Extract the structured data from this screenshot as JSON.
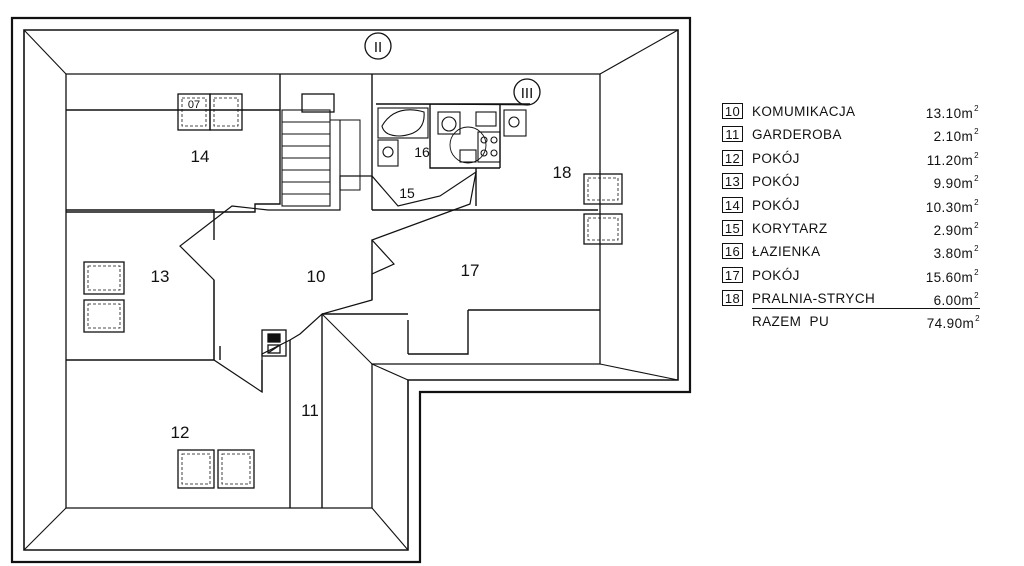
{
  "plan": {
    "axis_labels": [
      "II",
      "III"
    ],
    "window_tag": "07",
    "room_labels": [
      "10",
      "11",
      "12",
      "13",
      "14",
      "15",
      "16",
      "17",
      "18"
    ]
  },
  "legend": {
    "rows": [
      {
        "num": "10",
        "name": "KOMUMIKACJA",
        "area": "13.10m",
        "unit_exp": "2"
      },
      {
        "num": "11",
        "name": "GARDEROBA",
        "area": "2.10m",
        "unit_exp": "2"
      },
      {
        "num": "12",
        "name": "POKÓJ",
        "area": "11.20m",
        "unit_exp": "2"
      },
      {
        "num": "13",
        "name": "POKÓJ",
        "area": "9.90m",
        "unit_exp": "2"
      },
      {
        "num": "14",
        "name": "POKÓJ",
        "area": "10.30m",
        "unit_exp": "2"
      },
      {
        "num": "15",
        "name": "KORYTARZ",
        "area": "2.90m",
        "unit_exp": "2"
      },
      {
        "num": "16",
        "name": "ŁAZIENKA",
        "area": "3.80m",
        "unit_exp": "2"
      },
      {
        "num": "17",
        "name": "POKÓJ",
        "area": "15.60m",
        "unit_exp": "2"
      },
      {
        "num": "18",
        "name": "PRALNIA-STRYCH",
        "area": "6.00m",
        "unit_exp": "2"
      }
    ],
    "total": {
      "name": "RAZEM  PU",
      "area": "74.90m",
      "unit_exp": "2"
    }
  }
}
